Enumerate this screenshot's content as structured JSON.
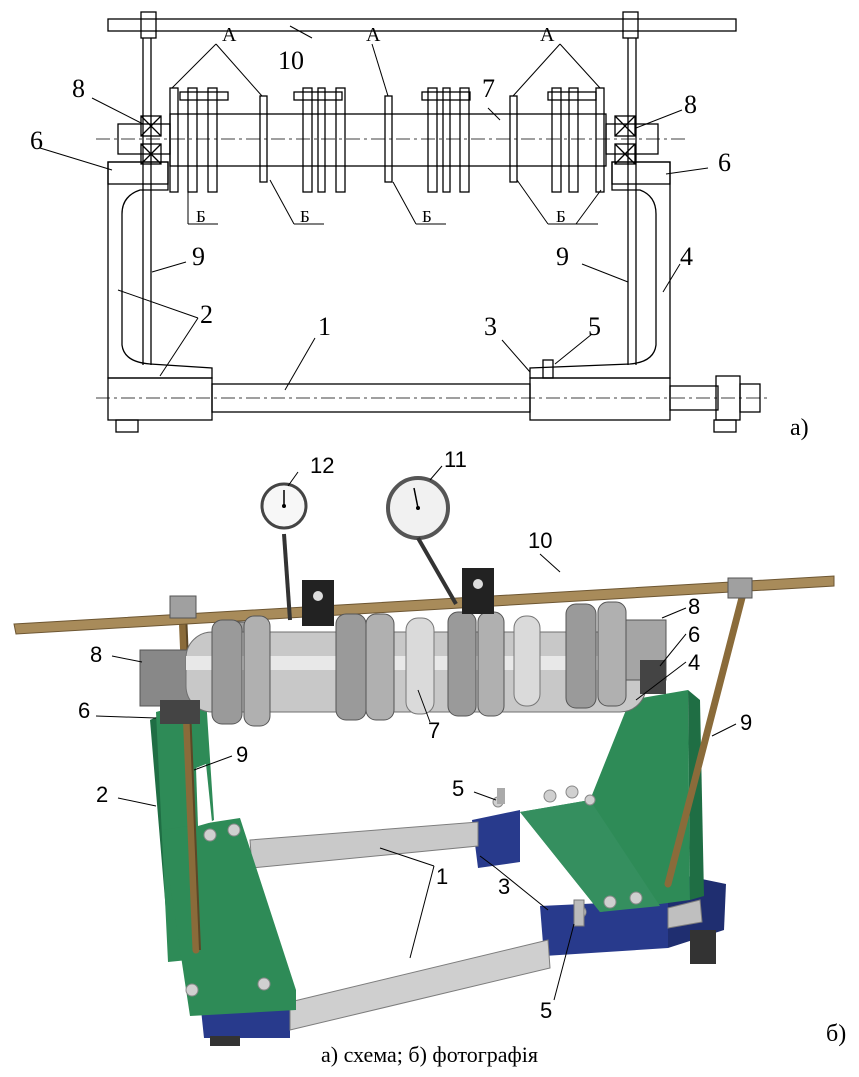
{
  "schematic": {
    "part_labels": {
      "p1": "1",
      "p2": "2",
      "p3": "3",
      "p4": "4",
      "p5": "5",
      "p6_left": "6",
      "p6_right": "6",
      "p7": "7",
      "p8_left": "8",
      "p8_right": "8",
      "p9_left": "9",
      "p9_right": "9",
      "p10": "10"
    },
    "plane_labels": {
      "a1": "А",
      "a2": "А",
      "a3": "А"
    },
    "base_labels": {
      "b1": "Б",
      "b2": "Б",
      "b3": "Б",
      "b4": "Б"
    },
    "sub_label": "а)"
  },
  "photo": {
    "part_labels": {
      "p1": "1",
      "p2": "2",
      "p3": "3",
      "p4": "4",
      "p5_top": "5",
      "p5_bottom": "5",
      "p6_left": "6",
      "p6_right": "6",
      "p7": "7",
      "p8_left": "8",
      "p8_right": "8",
      "p9_left": "9",
      "p9_right": "9",
      "p10": "10",
      "p11": "11",
      "p12": "12"
    },
    "sub_label": "б)"
  },
  "caption": "а) схема; б) фотографія",
  "colors": {
    "frame_green": "#2e8b57",
    "block_blue": "#283a8c",
    "steel": "#b8b8b8",
    "rod_bronze": "#8a6b3a"
  }
}
